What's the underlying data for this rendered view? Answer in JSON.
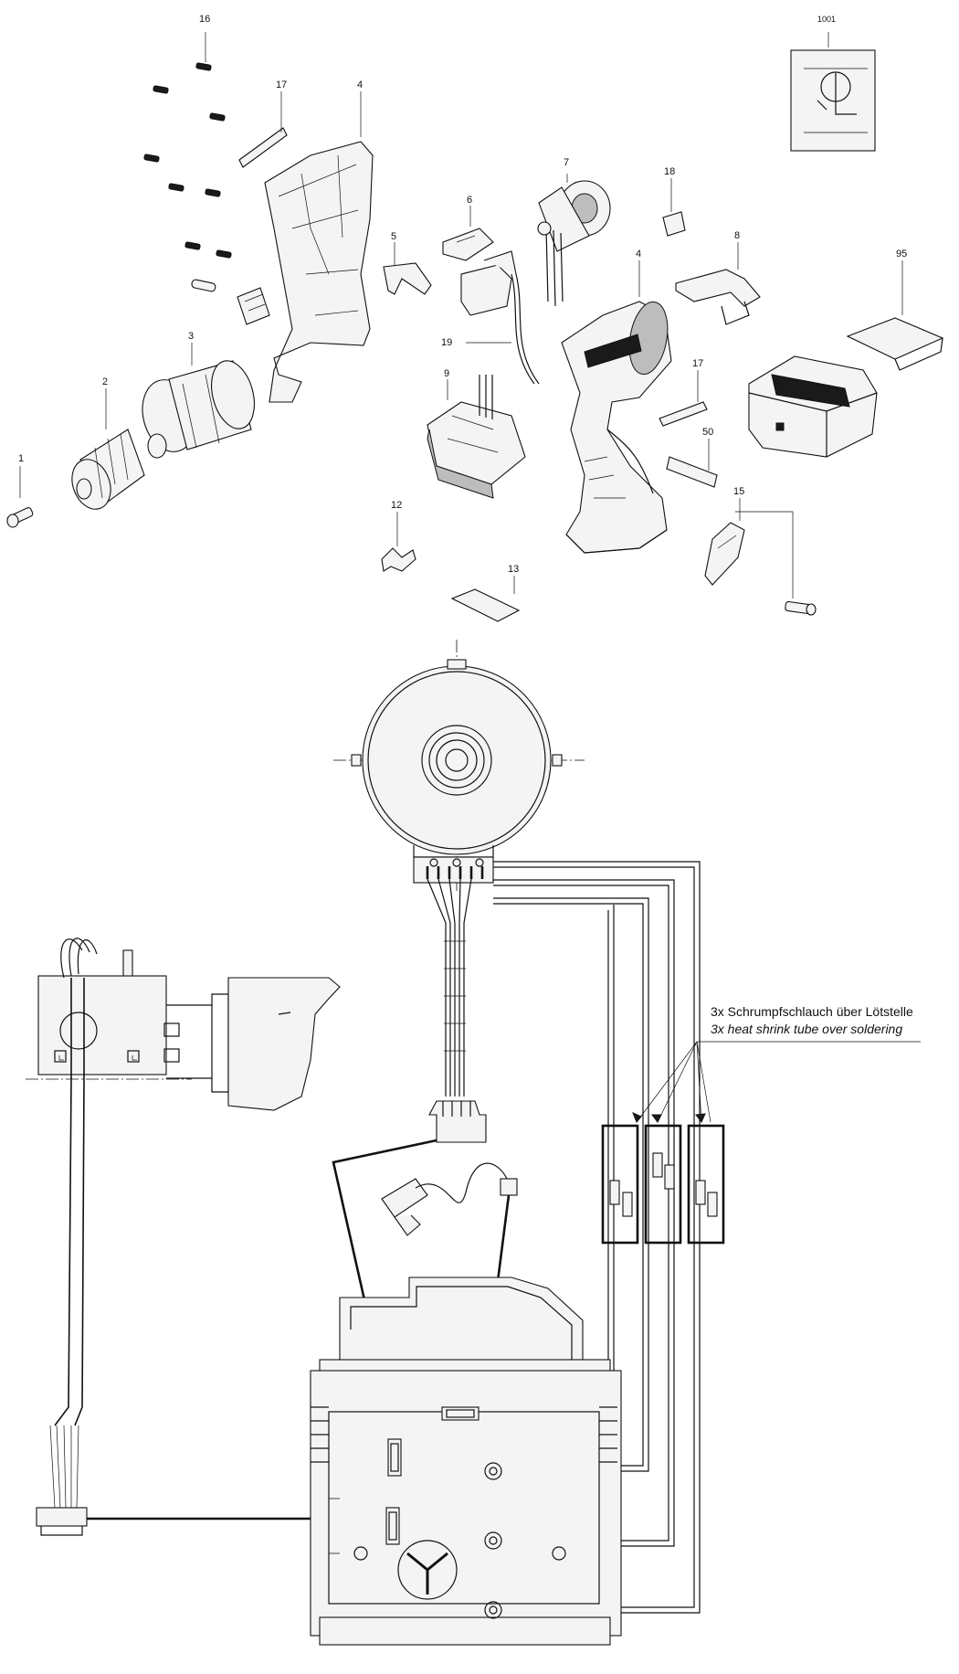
{
  "exploded_view": {
    "part_labels": [
      "1",
      "2",
      "3",
      "4",
      "4",
      "5",
      "6",
      "7",
      "8",
      "9",
      "12",
      "13",
      "15",
      "16",
      "17",
      "17",
      "18",
      "19",
      "50",
      "95",
      "1001"
    ]
  },
  "wiring_diagram": {
    "note_de": "3x Schrumpfschlauch über Lötstelle",
    "note_en": "3x heat shrink tube over soldering"
  }
}
